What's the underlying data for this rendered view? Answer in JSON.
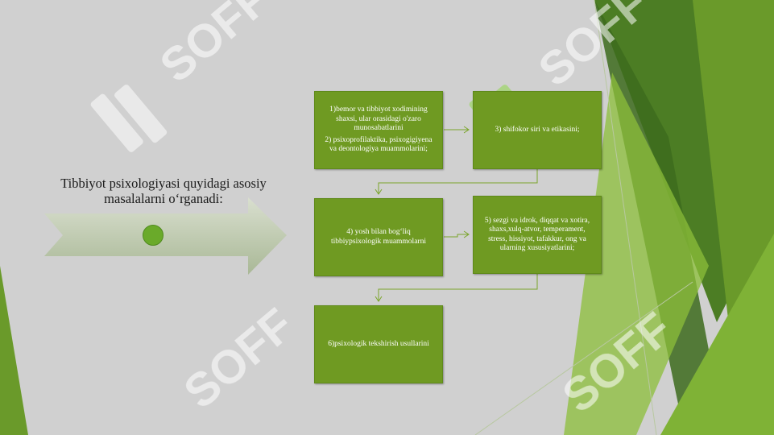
{
  "slide": {
    "title": "Tibbiyot psixologiyasi quyidagi asosiy masalalarni o‘rganadi:",
    "boxes": {
      "box1_line1": "1)bemor va tibbiyot xodimining shaxsi, ular orasidagi o'zaro munosabatlarini",
      "box1_line2": "2) psixoprofilaktika, psixogigiyena va deontologiya muammolarini;",
      "box3": "3) shifokor siri va etikasini;",
      "box4": "4) yosh bilan bog‘liq tibbiypsixologik muammolarni",
      "box5": "5) sezgi va idrok, diqqat va xotira, shaxs,xulq-atvor, temperament, stress, hissiyot, tafakkur, ong va ularning xususiyatlarini;",
      "box6": "6)psixologik tekshirish usullarini"
    },
    "watermark": "SOFF"
  },
  "colors": {
    "background": "#d0d0d0",
    "box_fill": "#6f9a22",
    "connector": "#7aa52a",
    "dark_green": "#3f6e1e",
    "light_green": "#8cc63f"
  }
}
